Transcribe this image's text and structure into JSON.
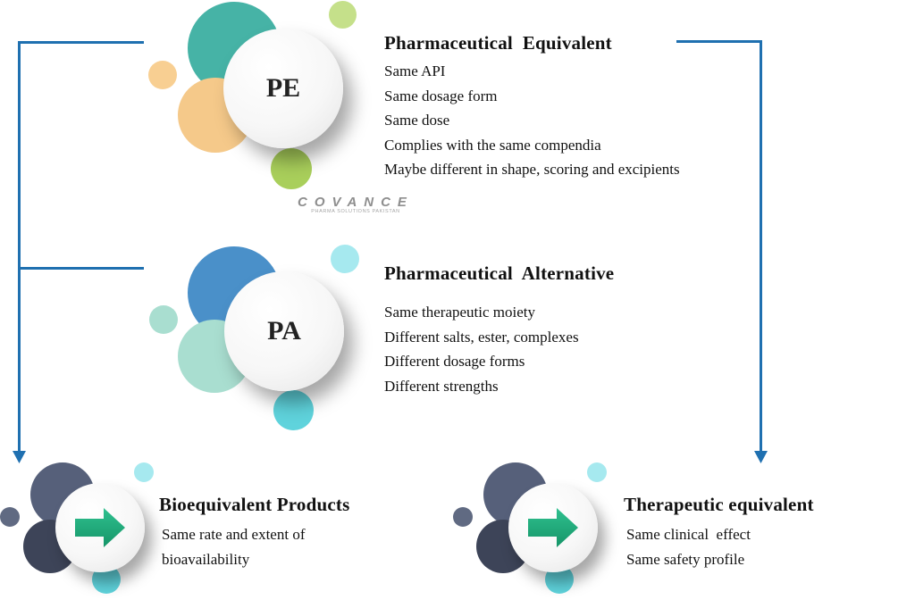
{
  "colors": {
    "connector": "#1f70b0",
    "teal": "#46b3a6",
    "orange": "#f5c98a",
    "green": "#a9cf5b",
    "blue": "#4a90c9",
    "mint": "#a9ded0",
    "cyan": "#5fd3dc",
    "slate": "#56607a",
    "arrow": "#20a87a"
  },
  "icons": [
    "right-arrow-icon"
  ],
  "pe": {
    "badge": "PE",
    "title": "Pharmaceutical  Equivalent",
    "items": [
      "Same API",
      "Same dosage form",
      "Same dose",
      "Complies with the same compendia",
      "Maybe different in shape, scoring and excipients"
    ]
  },
  "watermark": {
    "name": "COVANCE",
    "tagline": "PHARMA SOLUTIONS PAKISTAN"
  },
  "pa": {
    "badge": "PA",
    "title": "Pharmaceutical  Alternative",
    "items": [
      "Same therapeutic moiety",
      "Different salts, ester, complexes",
      "Different dosage forms",
      "Different strengths"
    ]
  },
  "bioequivalent": {
    "title": "Bioequivalent Products",
    "items": [
      "Same rate and extent of",
      "bioavailability"
    ]
  },
  "therapeutic": {
    "title": "Therapeutic equivalent",
    "items": [
      "Same clinical  effect",
      "Same safety profile"
    ]
  }
}
